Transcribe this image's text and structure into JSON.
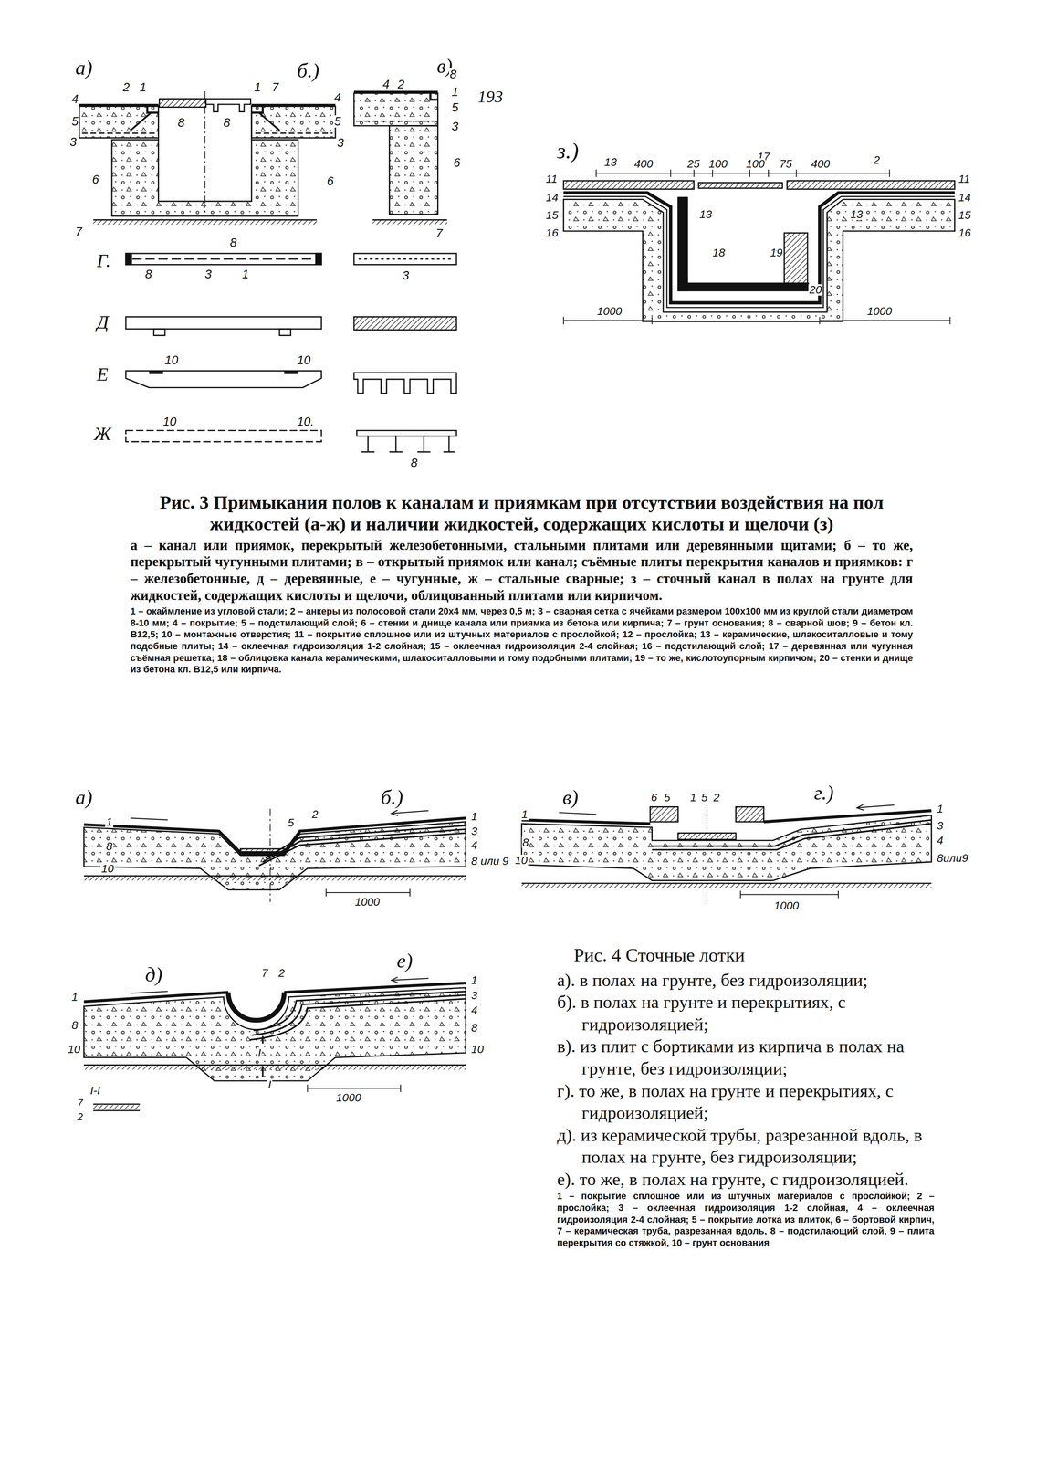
{
  "diagram": {
    "caption": "Рис. 3 Примыкания полов к каналам и приямкам при отсутствии воздействия на пол жидкостей (а-ж) и наличии жидкостей, содержащих кислоты и щелочи (з)",
    "labels": [
      "193",
      "а)",
      "б.)",
      "в)",
      "2",
      "1",
      "1",
      "7",
      "4",
      "5",
      "3",
      "4",
      "5",
      "3",
      "8",
      "8",
      "6",
      "6",
      "7",
      "4",
      "2",
      "8",
      "1",
      "5",
      "3",
      "6",
      "7",
      "Г.",
      "8",
      "8",
      "3",
      "1",
      "3",
      "Д",
      "Е",
      "10",
      "10",
      "Ж",
      "10",
      "10.",
      "8",
      "з.)",
      "17",
      "2",
      "13",
      "400",
      "25",
      "100",
      "100",
      "75",
      "400",
      "11",
      "14",
      "15",
      "16",
      "11",
      "14",
      "15",
      "16",
      "13",
      "13",
      "18",
      "19",
      "20",
      "1000",
      "1000",
      "а – канал или приямок, перекрытый железобетонными, стальными плитами или деревянными щитами; б – то же, перекрытый чугунными плитами; в – открытый приямок или канал; съёмные плиты перекрытия каналов и приямков: г – железобетонные, д – деревянные, е – чугунные, ж – стальные сварные; з – сточный канал в полах на грунте для жидкостей, содержащих кислоты и щелочи, облицованный плитами или кирпичом.",
      "1 – окаймление из угловой стали; 2 – анкеры из полосовой стали 20х4 мм, через 0,5 м; 3 – сварная сетка с ячейками размером 100х100 мм из круглой стали диаметром 8-10 мм; 4 – покрытие; 5 – подстилающий слой; 6 – стенки и днище канала или приямка из бетона или кирпича; 7 – грунт основания; 8 – сварной шов; 9 – бетон кл. В12,5; 10 – монтажные отверстия; 11 – покрытие сплошное или из штучных материалов с прослойкой; 12 – прослойка; 13 – керамические, шлакоситалловые и тому подобные плиты; 14 – оклеечная гидроизоляция 1-2 слойная; 15 – оклеечная гидроизоляция 2-4 слойная; 16 – подстилающий слой; 17 – деревянная или чугунная съёмная решетка; 18 – облицовка канала керамическими, шлакоситалловыми и тому подобными плитами; 19 – то же, кислотоупорным кирпичом; 20 – стенки и днище из бетона кл. В12,5 или кирпича.",
      "а)",
      "б.)",
      "1",
      "8",
      "10",
      "5",
      "2",
      "1",
      "3",
      "4",
      "8 или 9",
      "1000",
      "в)",
      "г.)",
      "1",
      "8",
      "10",
      "6",
      "5",
      "1",
      "5",
      "2",
      "1",
      "3",
      "4",
      "8или9",
      "1000",
      "д)",
      "е)",
      "7",
      "2",
      "1",
      "8",
      "10",
      "I",
      "I",
      "1",
      "3",
      "4",
      "8",
      "10",
      "1000",
      "I-I",
      "7",
      "2",
      "Рис. 4 Сточные лотки",
      "а). в полах на грунте, без гидроизоляции;",
      "б). в полах на грунте и перекрытиях, с гидроизоляцией;",
      "в). из плит с бортиками из кирпича в полах на грунте, без гидроизоляции;",
      "г). то же, в полах на грунте и перекрытиях, с гидроизоляцией;",
      "д). из керамической трубы, разрезанной вдоль, в полах на грунте, без гидроизоляции;",
      "е). то же, в полах на грунте, с гидроизоляцией.",
      "1 – покрытие сплошное или из штучных материалов с прослойкой; 2 – прослойка; 3 – оклеечная гидроизоляция 1-2 слойная, 4 – оклеечная гидроизоляция 2-4 слойная; 5 – покрытие лотка из плиток, 6 – бортовой кирпич, 7 – керамическая труба, разрезанная вдоль, 8 – подстилающий слой, 9 – плита перекрытия со стяжкой, 10 – грунт основания"
    ]
  }
}
